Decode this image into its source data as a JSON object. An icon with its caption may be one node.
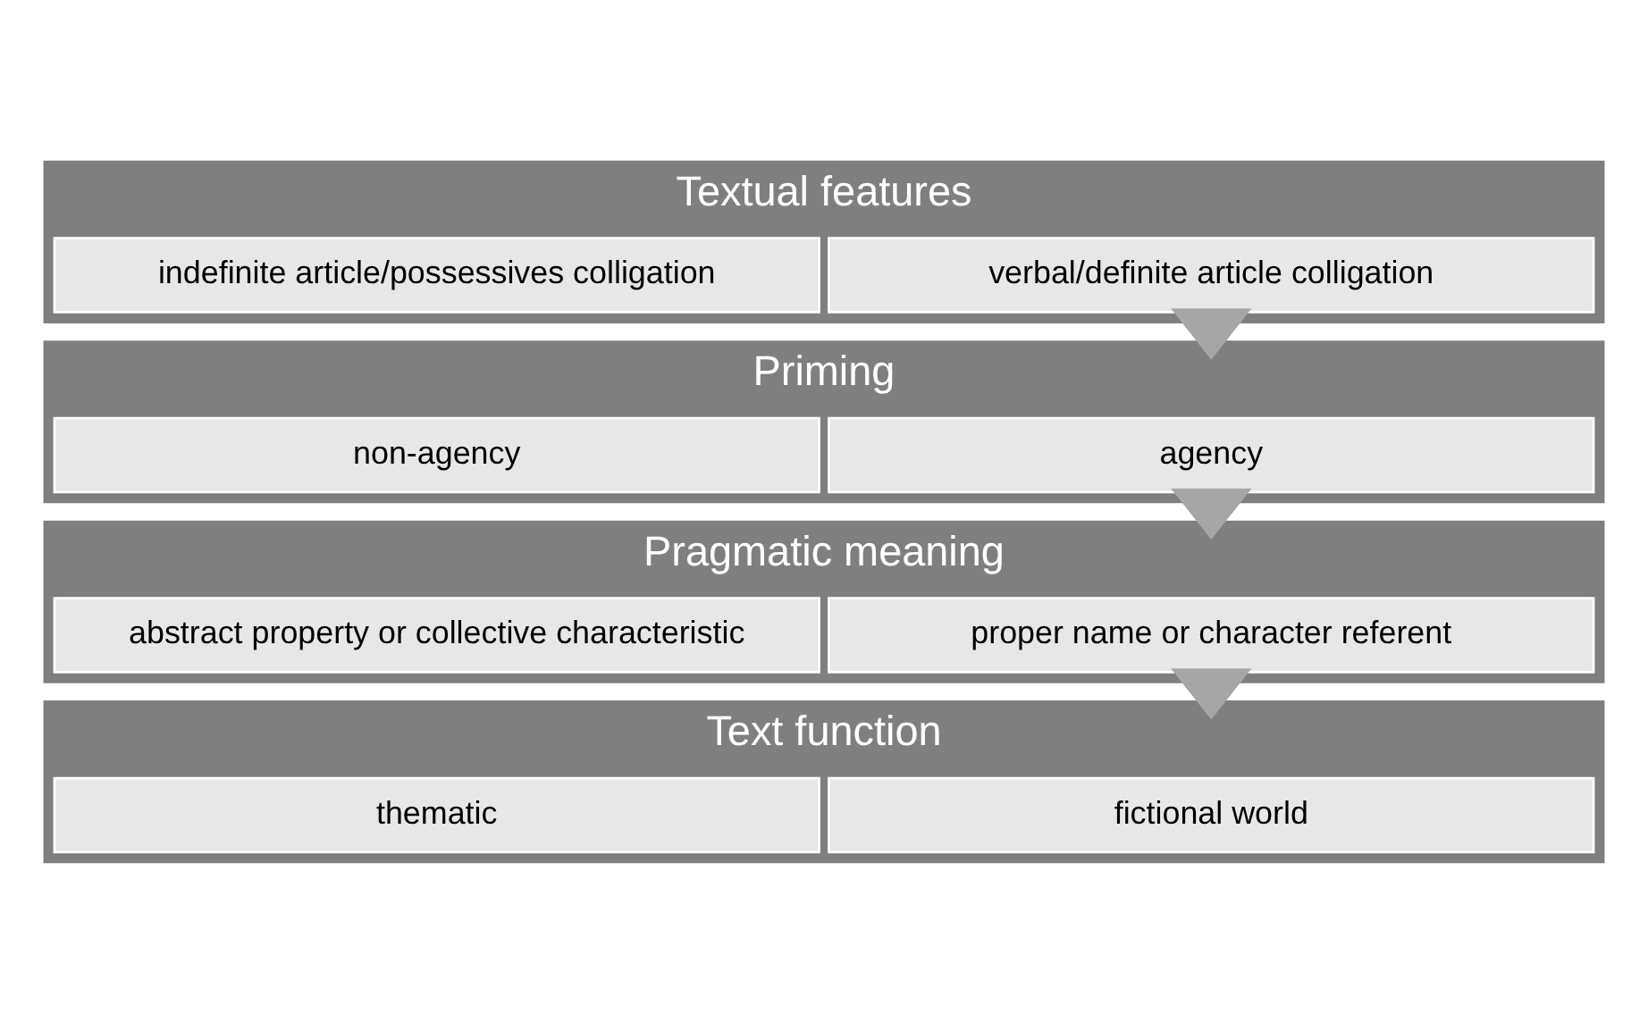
{
  "diagram": {
    "nodes": [
      {
        "text": [
          "Textual features"
        ]
      },
      {
        "text": [
          "verbal/definite article colligation"
        ],
        "in": 0
      },
      {
        "text": [
          "indefinite article/possessives colligation"
        ],
        "in": 0
      },
      {
        "text": [
          "Priming"
        ]
      },
      {
        "text": [
          "agency"
        ],
        "in": 3
      },
      {
        "text": [
          "non-agency"
        ],
        "in": 3
      },
      {
        "text": [
          "Pragmatic meaning"
        ]
      },
      {
        "text": [
          "proper name or character referent"
        ],
        "in": 6
      },
      {
        "text": [
          "abstract property or collective characteristic"
        ],
        "in": 6
      },
      {
        "text": [
          "Text function"
        ]
      },
      {
        "text": [
          "fictional world"
        ],
        "in": 9
      },
      {
        "text": [
          "thematic"
        ],
        "in": 9
      }
    ],
    "edges": [
      {
        "from": 0,
        "to": 3,
        "arrow": "to"
      },
      {
        "from": 3,
        "to": 6,
        "arrow": "to"
      },
      {
        "from": 6,
        "to": 9,
        "arrow": "to"
      }
    ]
  }
}
